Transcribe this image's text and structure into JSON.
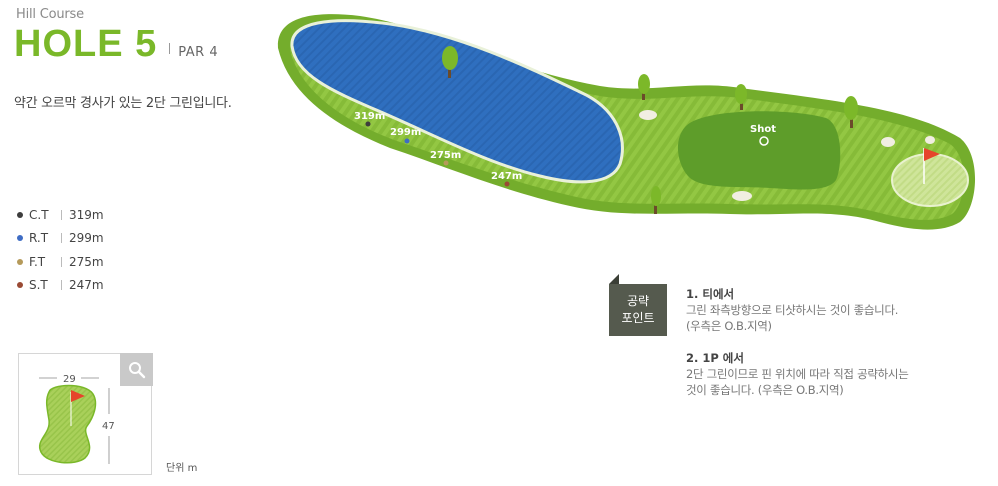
{
  "header": {
    "course": "Hill Course",
    "hole": "HOLE 5",
    "par": "PAR 4",
    "description": "약간 오르막 경사가 있는 2단 그린입니다."
  },
  "tees": [
    {
      "name": "C.T",
      "distance": "319m",
      "color": "#3d3d3d"
    },
    {
      "name": "R.T",
      "distance": "299m",
      "color": "#3e6cc4"
    },
    {
      "name": "F.T",
      "distance": "275m",
      "color": "#b59a5a"
    },
    {
      "name": "S.T",
      "distance": "247m",
      "color": "#9a4a34"
    }
  ],
  "map": {
    "markers": {
      "ct": "319m",
      "rt": "299m",
      "ft": "275m",
      "st": "247m",
      "shot": "Shot"
    }
  },
  "minimap": {
    "width_label": "29",
    "height_label": "47",
    "unit": "단위 m",
    "zoom_icon": "magnifier-icon"
  },
  "strategy": {
    "badge_line1": "공략",
    "badge_line2": "포인트",
    "tips": [
      {
        "title": "1. 티에서",
        "lines": [
          "그린 좌측방향으로 티샷하시는 것이 좋습니다.",
          "(우측은 O.B.지역)"
        ]
      },
      {
        "title": "2. 1P 에서",
        "lines": [
          "2단 그린이므로 핀 위치에 따라 직접 공략하시는",
          "것이 좋습니다. (우측은 O.B.지역)"
        ]
      }
    ]
  },
  "colors": {
    "accent": "#7ab829",
    "water": "#2f6fbf",
    "fairway": "#8fc440",
    "rough": "#6ea92a",
    "green": "#c7e08c",
    "flag": "#e6452b"
  }
}
